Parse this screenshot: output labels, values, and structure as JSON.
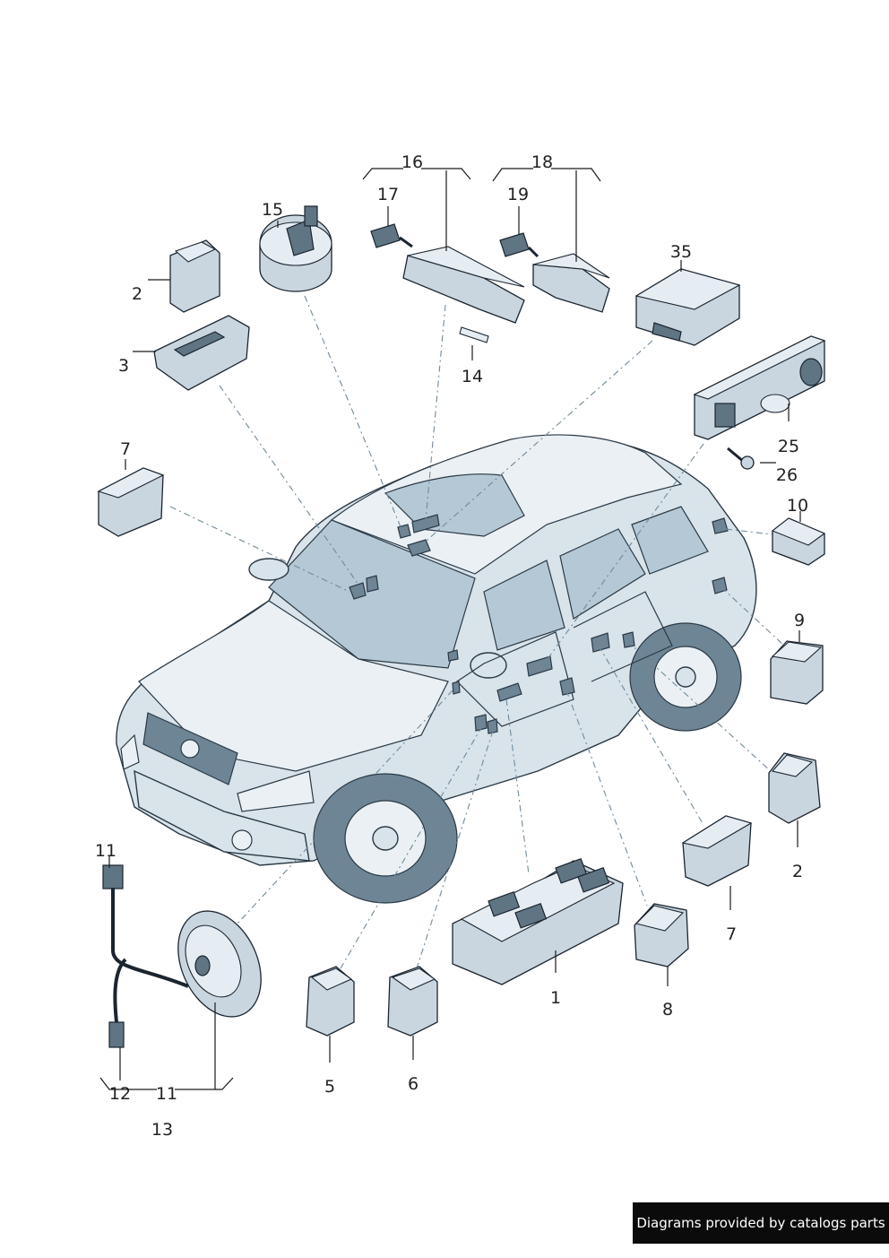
{
  "diagram": {
    "callouts": [
      "1",
      "2",
      "3",
      "5",
      "6",
      "7",
      "8",
      "9",
      "10",
      "11",
      "12",
      "13",
      "14",
      "15",
      "16",
      "17",
      "18",
      "19",
      "25",
      "26",
      "35"
    ]
  },
  "footer": {
    "text": "Diagrams provided by catalogs parts"
  }
}
